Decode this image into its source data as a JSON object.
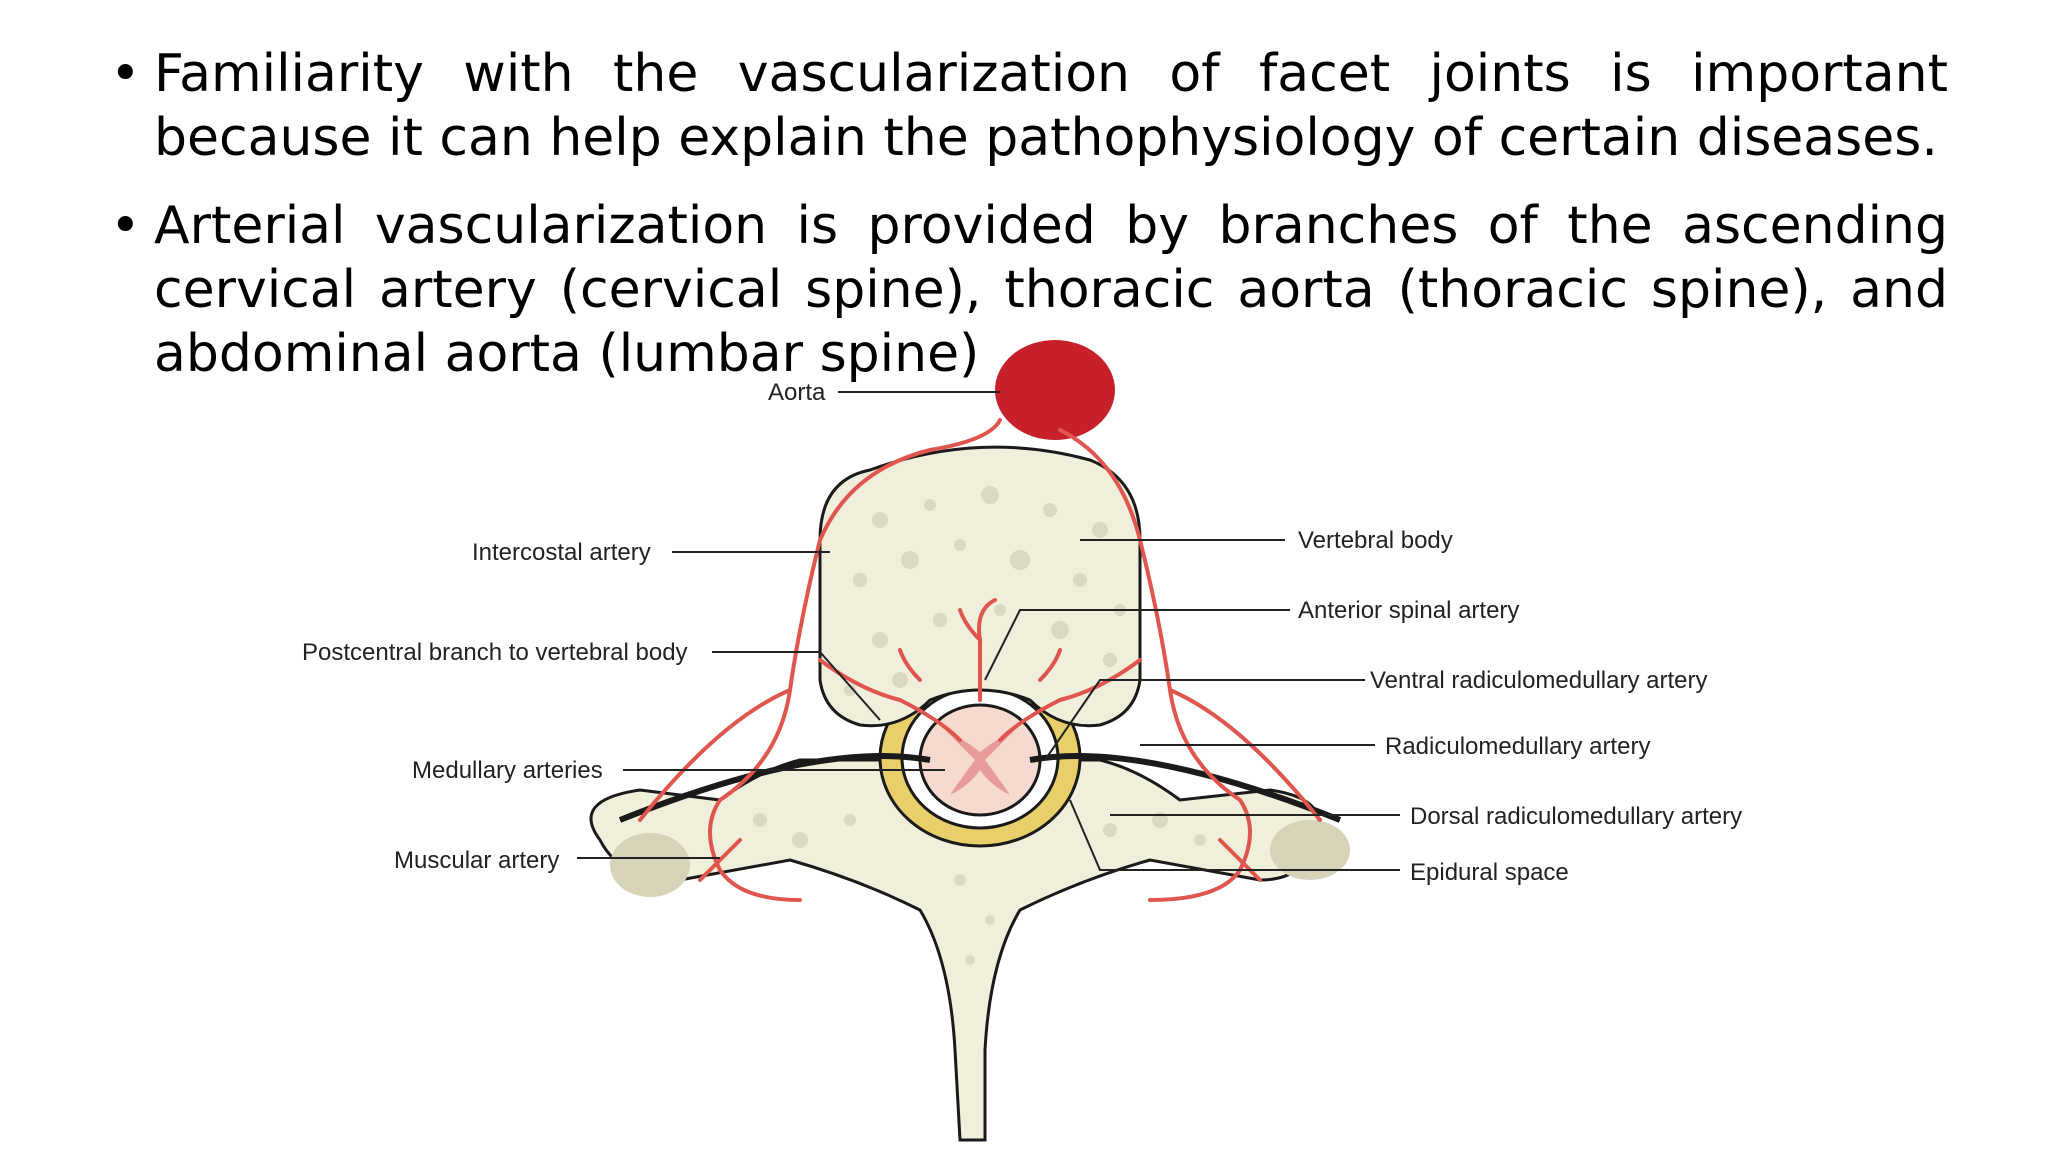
{
  "bullets": [
    "Familiarity with the vascularization of facet joints is important because it can help explain the pathophysiology of certain diseases.",
    "Arterial vascularization is provided by branches of the ascending cervical artery (cervical spine), thoracic aorta (thoracic spine), and abdominal aorta (lumbar spine)"
  ],
  "bullet_glyph": "•",
  "diagram": {
    "labels": {
      "aorta": "Aorta",
      "intercostal_artery": "Intercostal artery",
      "postcentral_branch": "Postcentral branch to vertebral body",
      "medullary_arteries": "Medullary arteries",
      "muscular_artery": "Muscular artery",
      "vertebral_body": "Vertebral body",
      "anterior_spinal_artery": "Anterior spinal artery",
      "ventral_radiculomedullary_artery": "Ventral radiculomedullary artery",
      "radiculomedullary_artery": "Radiculomedullary artery",
      "dorsal_radiculomedullary_artery": "Dorsal radiculomedullary artery",
      "epidural_space": "Epidural space"
    },
    "colors": {
      "artery": "#e0564e",
      "aorta": "#c8202a",
      "bone": "#efefdc",
      "bone_spots": "#d9d9c4",
      "epidural": "#e8cf6a",
      "cord": "#f6d9cf",
      "gray_matter": "#e79b9b"
    }
  }
}
